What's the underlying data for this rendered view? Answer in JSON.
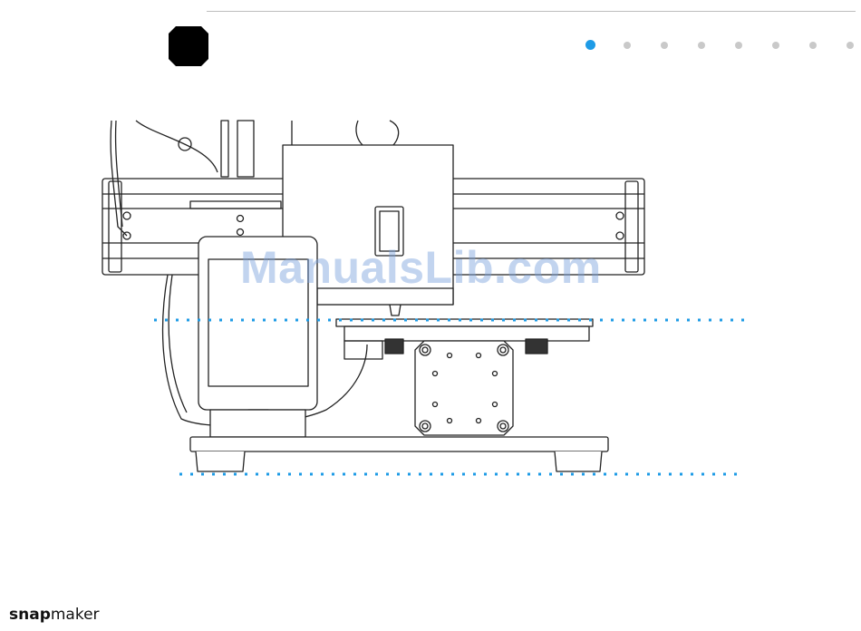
{
  "header": {
    "pager": {
      "count": 8,
      "active_index": 0,
      "active_color": "#1e9be6",
      "inactive_color": "#c9c9c9"
    },
    "step_badge": {
      "shape": "octagon",
      "color": "#000000"
    }
  },
  "illustration": {
    "subject": "printer-front-view",
    "line_color": "#222222",
    "guide_color": "#1e9be6",
    "guides": [
      "upper-dashed-guide",
      "lower-dashed-guide"
    ]
  },
  "watermark": {
    "text": "ManualsLib.com"
  },
  "footer": {
    "brand_bold": "snap",
    "brand_light": "maker"
  }
}
